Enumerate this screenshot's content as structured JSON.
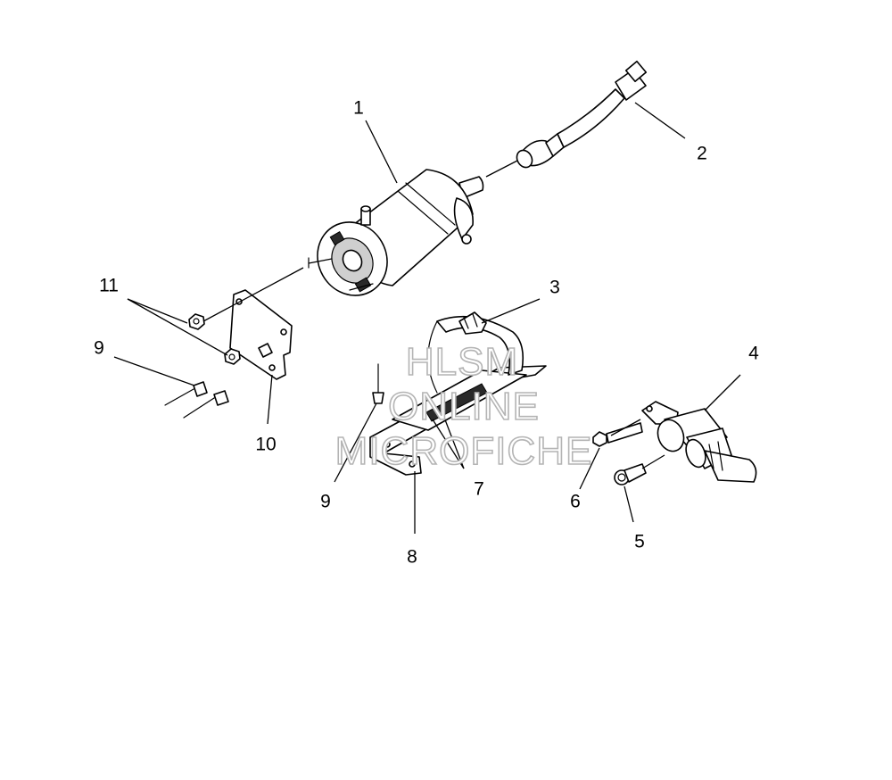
{
  "diagram": {
    "callouts": [
      {
        "id": "c1",
        "label": "1"
      },
      {
        "id": "c2",
        "label": "2"
      },
      {
        "id": "c3",
        "label": "3"
      },
      {
        "id": "c4",
        "label": "4"
      },
      {
        "id": "c5",
        "label": "5"
      },
      {
        "id": "c6",
        "label": "6"
      },
      {
        "id": "c7",
        "label": "7"
      },
      {
        "id": "c8",
        "label": "8"
      },
      {
        "id": "c9a",
        "label": "9"
      },
      {
        "id": "c9b",
        "label": "9"
      },
      {
        "id": "c10",
        "label": "10"
      },
      {
        "id": "c11",
        "label": "11"
      }
    ],
    "watermark": {
      "line1": "HLSM",
      "line2": "ONLINE",
      "line3": "MICROFICHE",
      "color": "#b4b4b4"
    }
  }
}
